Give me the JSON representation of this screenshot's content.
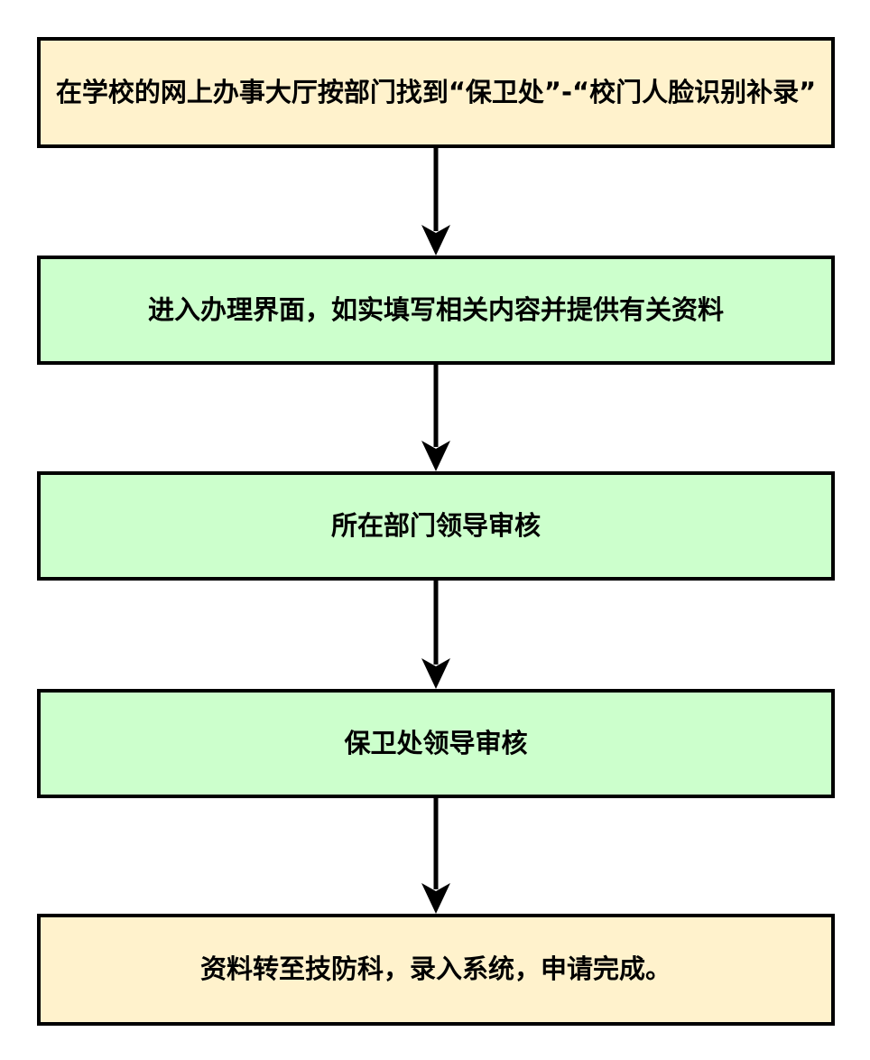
{
  "flowchart": {
    "steps": [
      {
        "label": "在学校的网上办事大厅按部门找到“保卫处”-“校门人脸识别补录”",
        "fill": "#FFF2CC"
      },
      {
        "label": "进入办理界面，如实填写相关内容并提供有关资料",
        "fill": "#CCFFCC"
      },
      {
        "label": "所在部门领导审核",
        "fill": "#CCFFCC"
      },
      {
        "label": "保卫处领导审核",
        "fill": "#CCFFCC"
      },
      {
        "label": "资料转至技防科，录入系统，申请完成。",
        "fill": "#FFF2CC"
      }
    ],
    "colors": {
      "border": "#000000",
      "arrow": "#000000",
      "yellow_fill": "#FFF2CC",
      "green_fill": "#CCFFCC",
      "background": "#FFFFFF",
      "text": "#000000"
    }
  }
}
